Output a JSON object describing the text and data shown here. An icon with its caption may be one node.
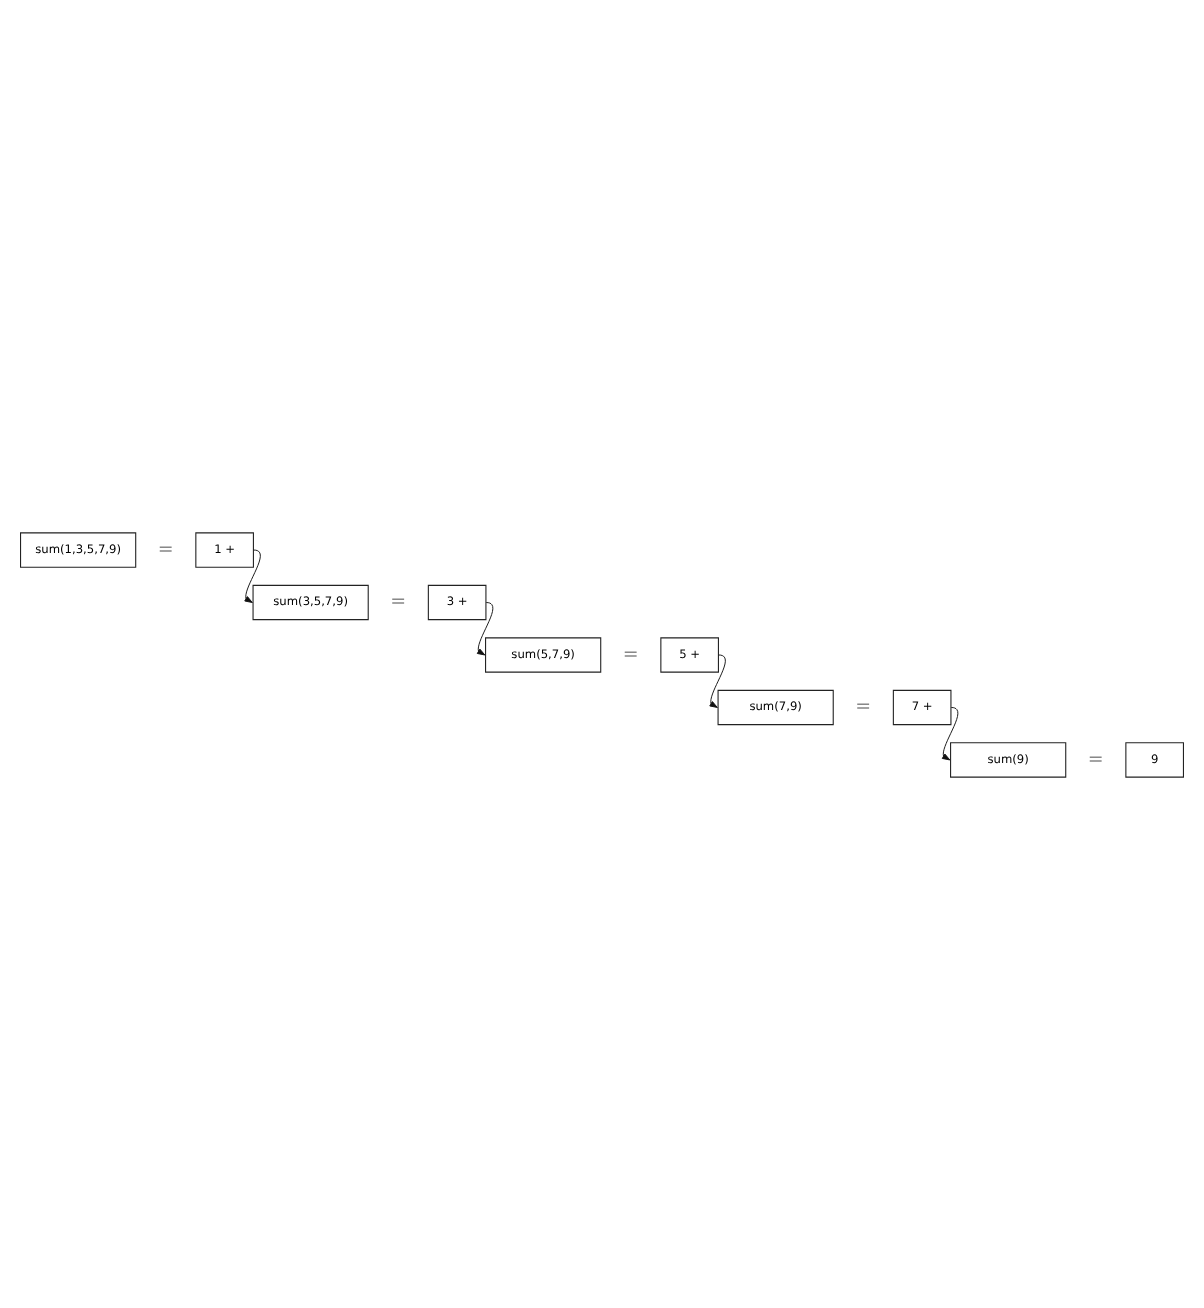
{
  "diagram": {
    "nodes": [
      {
        "text": [
          "sum(1,3,5,7,9)"
        ]
      },
      {
        "text": [
          "1 +"
        ]
      },
      {
        "text": [
          "sum(3,5,7,9)"
        ]
      },
      {
        "text": [
          "3 +"
        ]
      },
      {
        "text": [
          "sum(5,7,9)"
        ]
      },
      {
        "text": [
          "5 +"
        ]
      },
      {
        "text": [
          "sum(7,9)"
        ]
      },
      {
        "text": [
          "7 +"
        ]
      },
      {
        "text": [
          "sum(9)"
        ]
      },
      {
        "text": [
          "9"
        ]
      }
    ],
    "edges": [
      {
        "from": 1,
        "to": 2,
        "arrow": "to"
      },
      {
        "from": 3,
        "to": 4,
        "arrow": "to"
      },
      {
        "from": 5,
        "to": 6,
        "arrow": "to"
      },
      {
        "from": 7,
        "to": 8,
        "arrow": "to"
      }
    ],
    "labels": [
      "=",
      "=",
      "=",
      "=",
      "="
    ]
  }
}
